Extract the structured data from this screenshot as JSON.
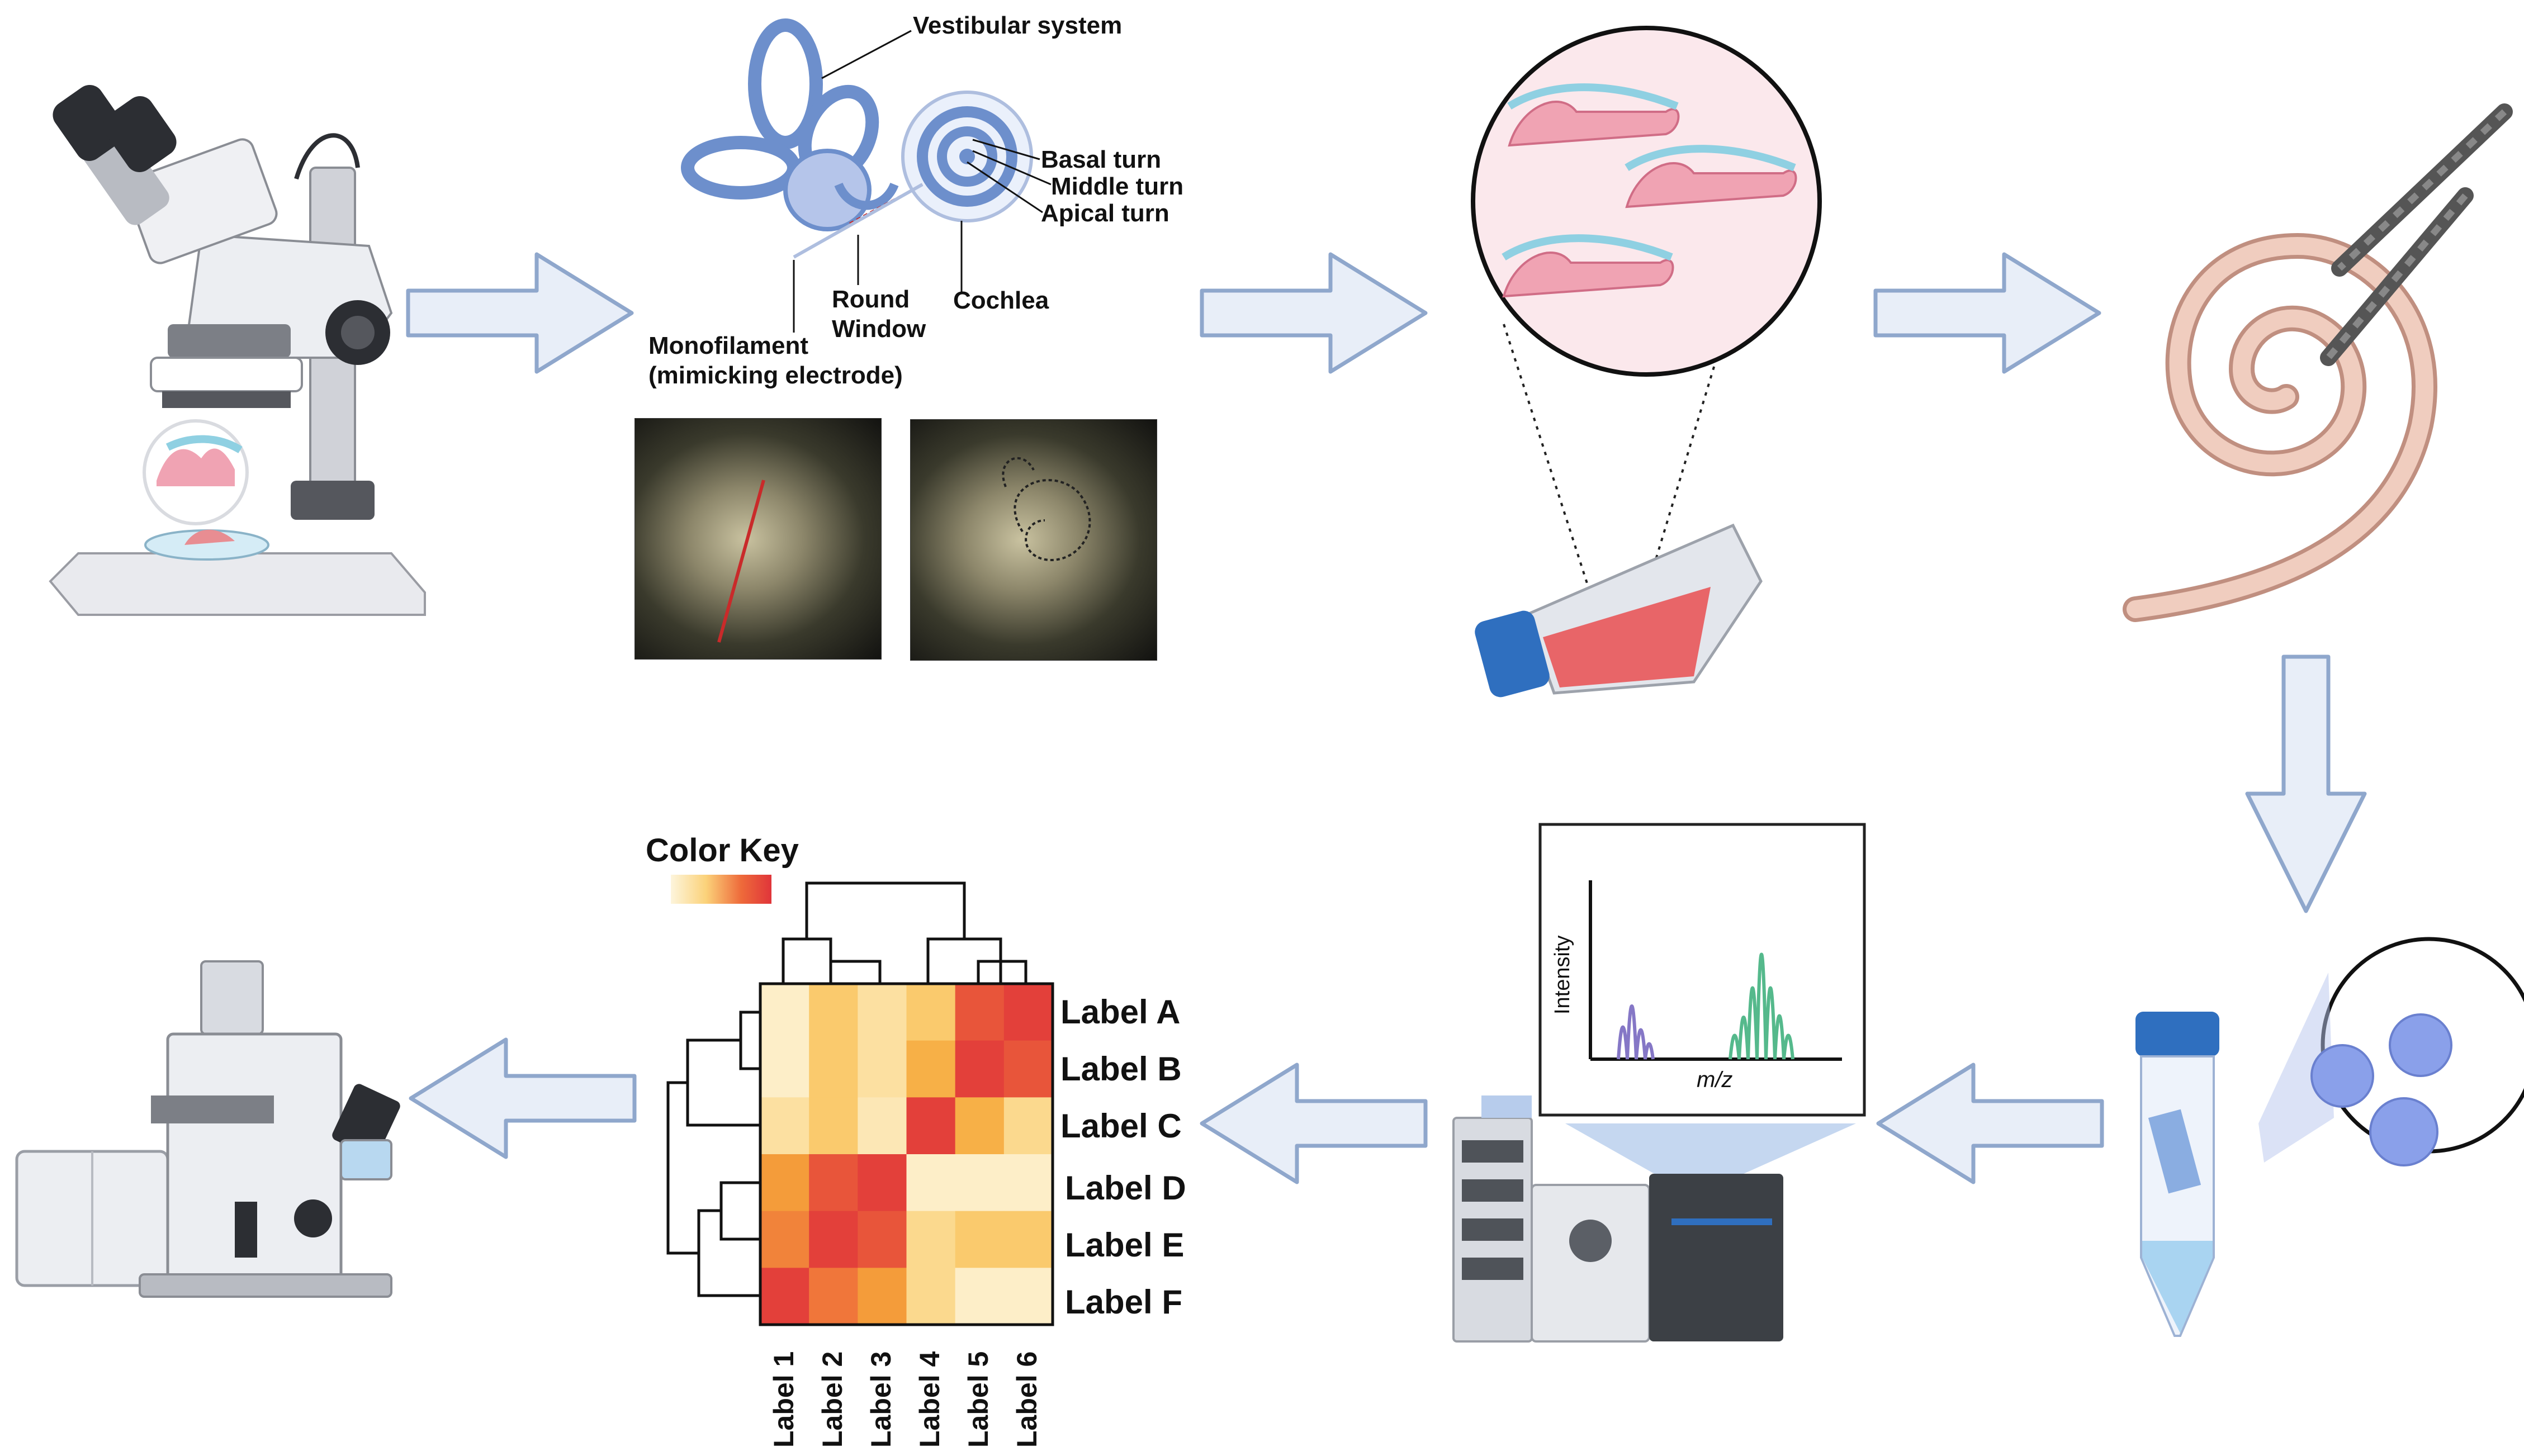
{
  "anatomy_labels": {
    "vestibular": "Vestibular system",
    "basal": "Basal turn",
    "middle": "Middle turn",
    "apical": "Apical turn",
    "round_window": [
      "Round",
      "Window"
    ],
    "cochlea": "Cochlea",
    "monofilament": [
      "Monofilament",
      "(mimicking  electrode)"
    ]
  },
  "mass_spec": {
    "ylabel": "Intensity",
    "xlabel": "m/z"
  },
  "heatmap": {
    "color_key_label": "Color Key",
    "rows": [
      "Label A",
      "Label B",
      "Label C",
      "Label D",
      "Label E",
      "Label F"
    ],
    "cols": [
      "Label 1",
      "Label 2",
      "Label 3",
      "Label 4",
      "Label 5",
      "Label 6"
    ],
    "values": [
      [
        0.05,
        0.3,
        0.15,
        0.3,
        0.85,
        0.95
      ],
      [
        0.05,
        0.3,
        0.15,
        0.45,
        0.95,
        0.85
      ],
      [
        0.15,
        0.3,
        0.1,
        0.95,
        0.45,
        0.2
      ],
      [
        0.55,
        0.85,
        0.95,
        0.05,
        0.05,
        0.05
      ],
      [
        0.65,
        0.95,
        0.85,
        0.2,
        0.3,
        0.3
      ],
      [
        0.95,
        0.7,
        0.55,
        0.2,
        0.05,
        0.05
      ]
    ],
    "palette": [
      "#fdf5dc",
      "#fbd27a",
      "#f6a83a",
      "#ee6a3a",
      "#e0353a"
    ]
  },
  "colors": {
    "arrow_fill": "#e8eef8",
    "arrow_stroke": "#8fa7cc",
    "flask_red": "#e8575a",
    "cap_blue": "#2f6fbf",
    "cochlea_tube": "#e3b7a8",
    "tissue_pink": "#f0a3b3"
  }
}
